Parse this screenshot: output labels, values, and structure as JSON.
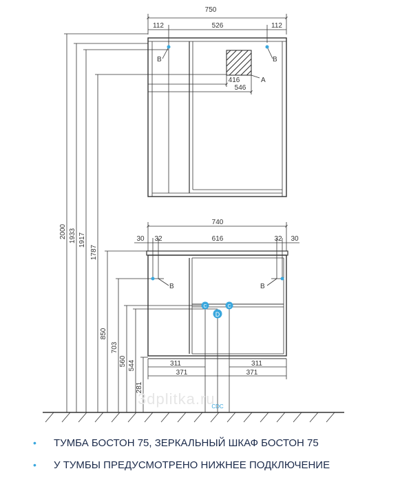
{
  "mirror": {
    "total_width": "750",
    "top_left": "112",
    "top_mid": "526",
    "top_right": "112",
    "depth_416": "416",
    "depth_546": "546",
    "label_a": "A",
    "label_b_left": "B",
    "label_b_right": "B"
  },
  "cabinet": {
    "total_width": "740",
    "left_30": "30",
    "left_32": "32",
    "mid": "616",
    "right_32": "32",
    "right_30": "30",
    "bottom_311_left": "311",
    "bottom_311_right": "311",
    "bottom_371_left": "371",
    "bottom_371_right": "371",
    "label_b_left": "B",
    "label_b_right": "B",
    "label_c_left": "C",
    "label_c_right": "C",
    "label_d": "D",
    "floor_marks": "CDC"
  },
  "heights": [
    "2000",
    "1933",
    "1917",
    "1787",
    "850",
    "703",
    "560",
    "544",
    "281"
  ],
  "watermark": "3dplitka.ru",
  "notes": [
    "ТУМБА БОСТОН 75, ЗЕРКАЛЬНЫЙ ШКАФ БОСТОН 75",
    "У ТУМБЫ ПРЕДУСМОТРЕНО НИЖНЕЕ ПОДКЛЮЧЕНИЕ"
  ],
  "colors": {
    "accent": "#3aa7dd",
    "line": "#333333",
    "text": "#1b2a4a"
  }
}
